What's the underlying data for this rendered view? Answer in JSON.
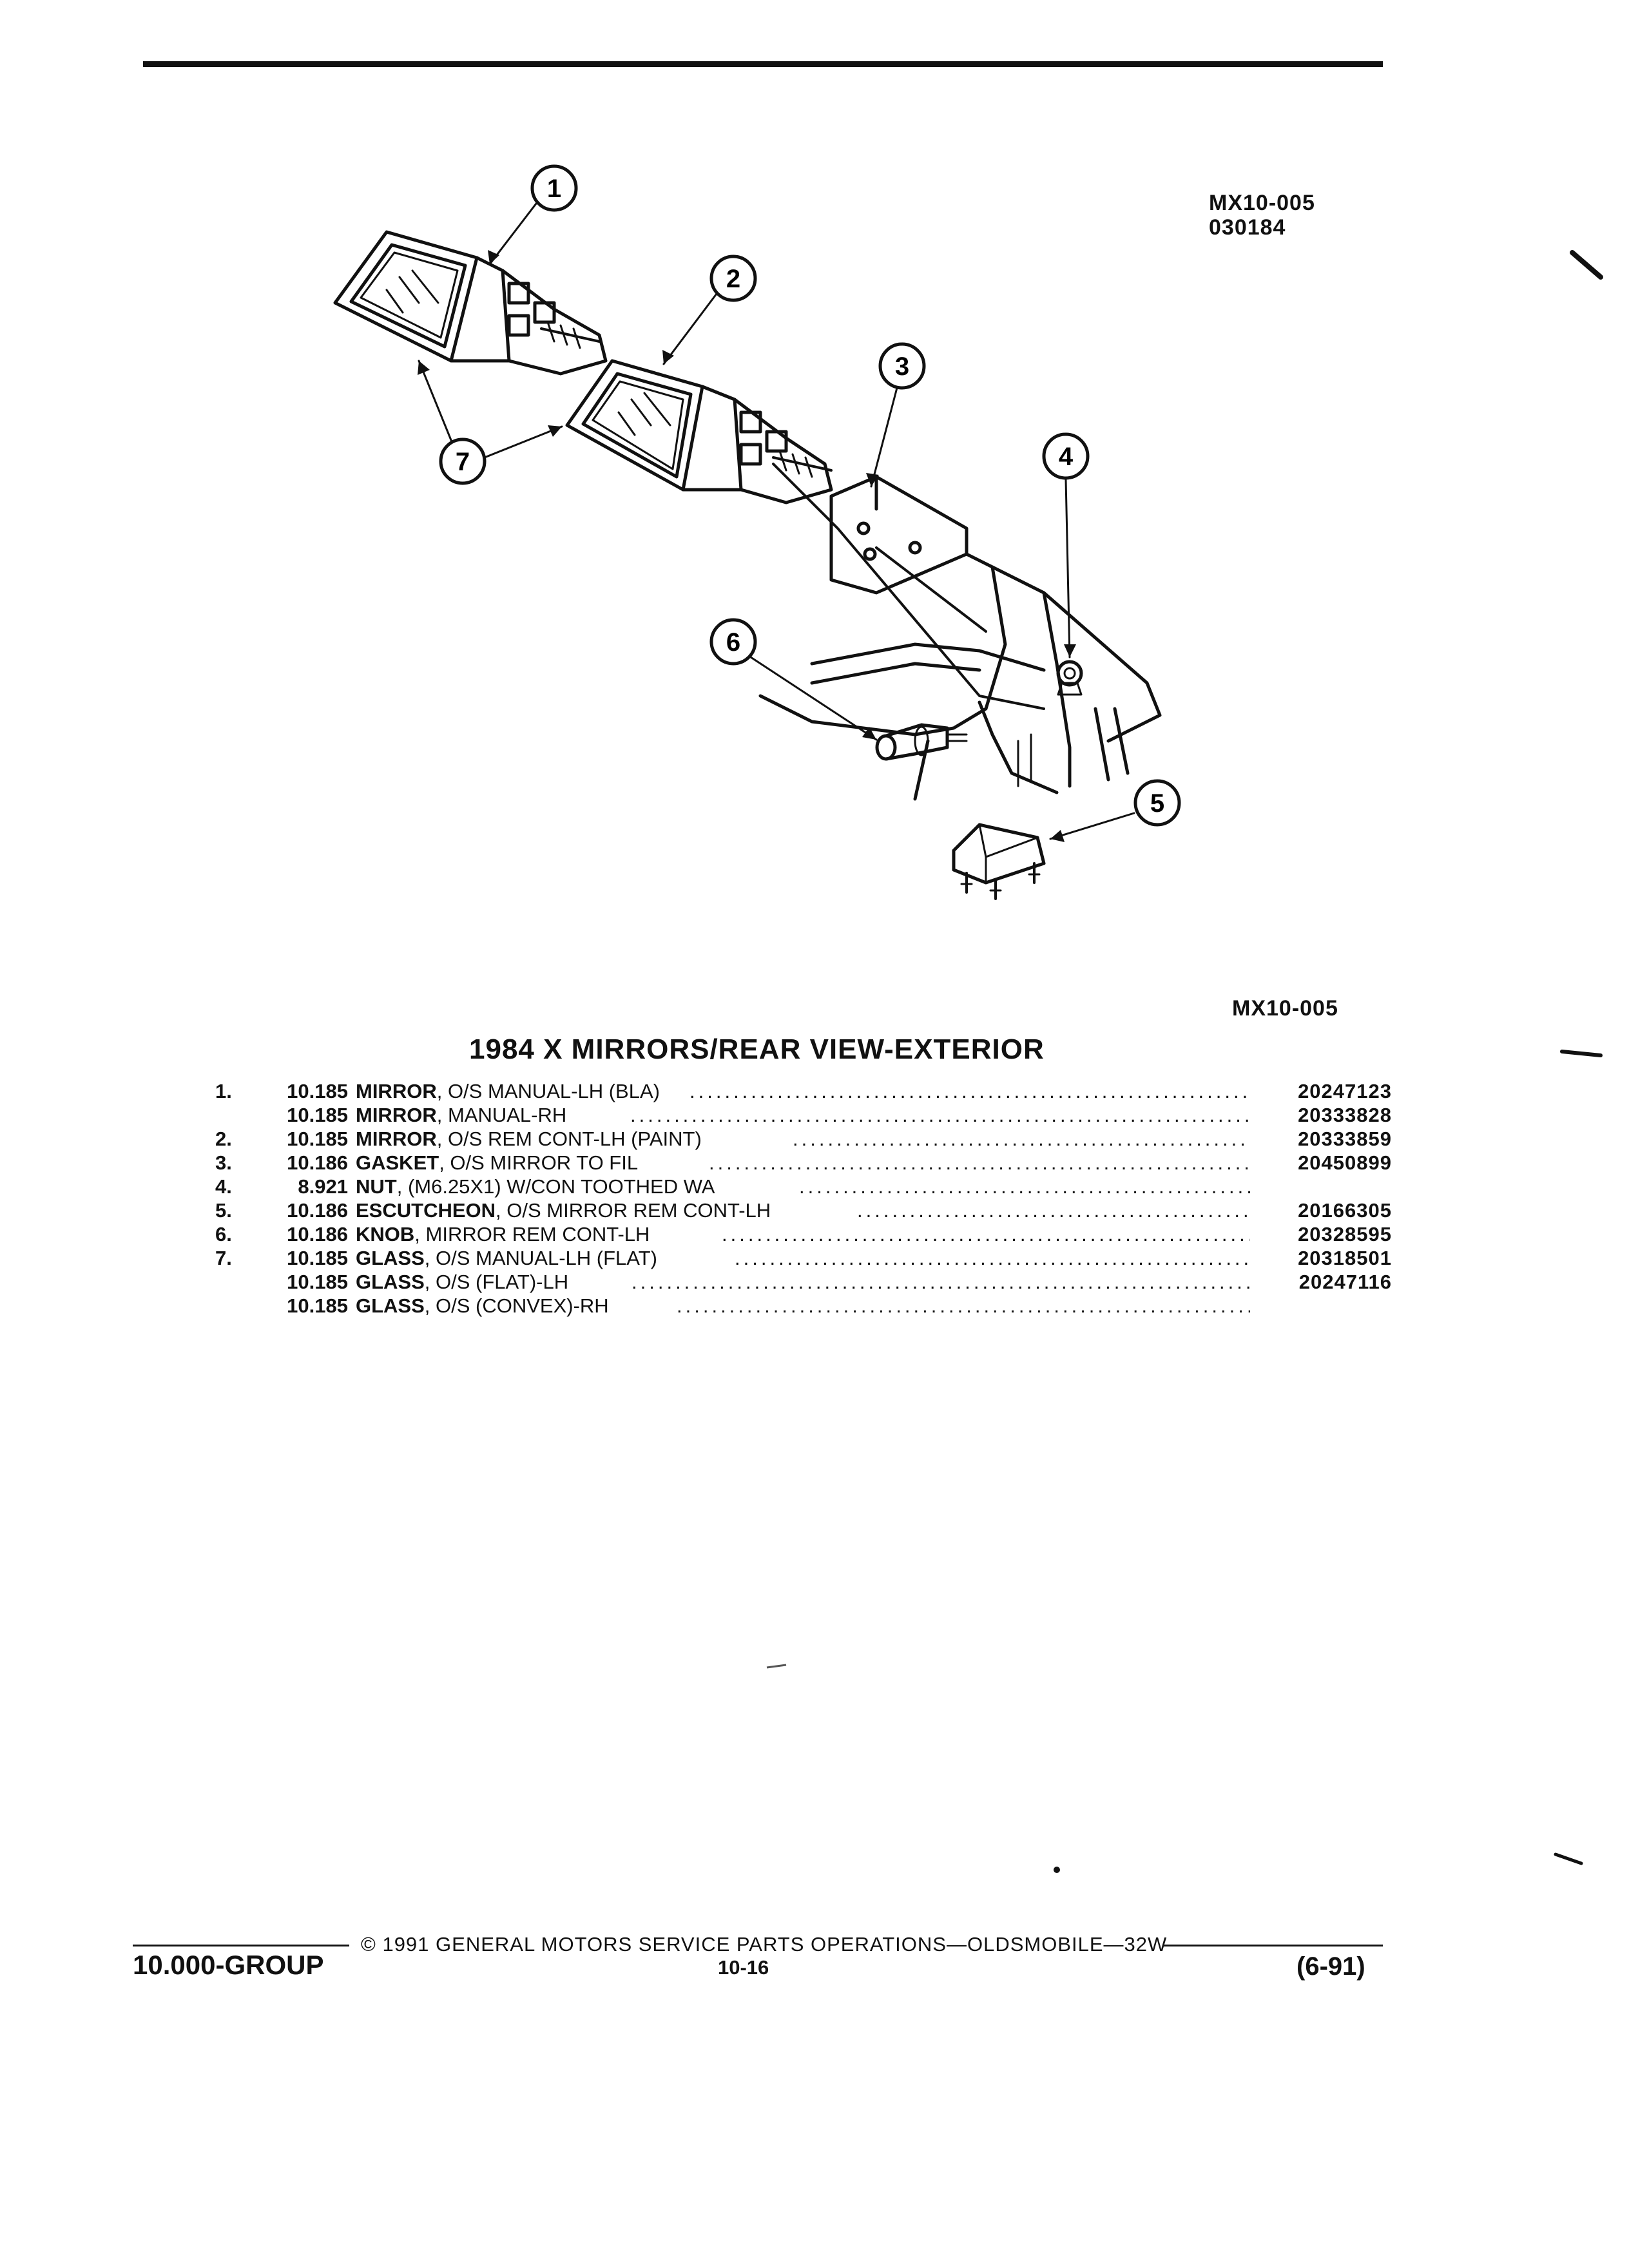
{
  "header": {
    "ref_top_line1": "MX10-005",
    "ref_top_line2": "030184"
  },
  "diagram": {
    "callouts": [
      "1",
      "2",
      "3",
      "4",
      "5",
      "6",
      "7"
    ]
  },
  "ref_bottom": "MX10-005",
  "title": "1984 X MIRRORS/REAR VIEW-EXTERIOR",
  "parts": [
    {
      "index": "1.",
      "code": "10.185",
      "name": "MIRROR",
      "desc": ", O/S MANUAL-LH (BLA)",
      "part_no": "20247123"
    },
    {
      "index": "",
      "code": "10.185",
      "name": "MIRROR",
      "desc": ", MANUAL-RH",
      "part_no": "20333828"
    },
    {
      "index": "2.",
      "code": "10.185",
      "name": "MIRROR",
      "desc": ", O/S REM CONT-LH (PAINT)",
      "part_no": "20333859"
    },
    {
      "index": "3.",
      "code": "10.186",
      "name": "GASKET",
      "desc": ", O/S MIRROR TO FIL",
      "part_no": "20450899"
    },
    {
      "index": "4.",
      "code": "8.921",
      "name": "NUT",
      "desc": ", (M6.25X1) W/CON TOOTHED WA",
      "part_no": ""
    },
    {
      "index": "5.",
      "code": "10.186",
      "name": "ESCUTCHEON",
      "desc": ", O/S MIRROR REM CONT-LH",
      "part_no": "20166305"
    },
    {
      "index": "6.",
      "code": "10.186",
      "name": "KNOB",
      "desc": ", MIRROR REM CONT-LH",
      "part_no": "20328595"
    },
    {
      "index": "7.",
      "code": "10.185",
      "name": "GLASS",
      "desc": ", O/S MANUAL-LH (FLAT)",
      "part_no": "20318501"
    },
    {
      "index": "",
      "code": "10.185",
      "name": "GLASS",
      "desc": ", O/S (FLAT)-LH",
      "part_no": "20247116"
    },
    {
      "index": "",
      "code": "10.185",
      "name": "GLASS",
      "desc": ", O/S (CONVEX)-RH",
      "part_no": ""
    }
  ],
  "footer": {
    "copyright": "© 1991 GENERAL MOTORS SERVICE PARTS OPERATIONS—OLDSMOBILE—32W",
    "group": "10.000-GROUP",
    "page": "10-16",
    "date": "(6-91)"
  }
}
